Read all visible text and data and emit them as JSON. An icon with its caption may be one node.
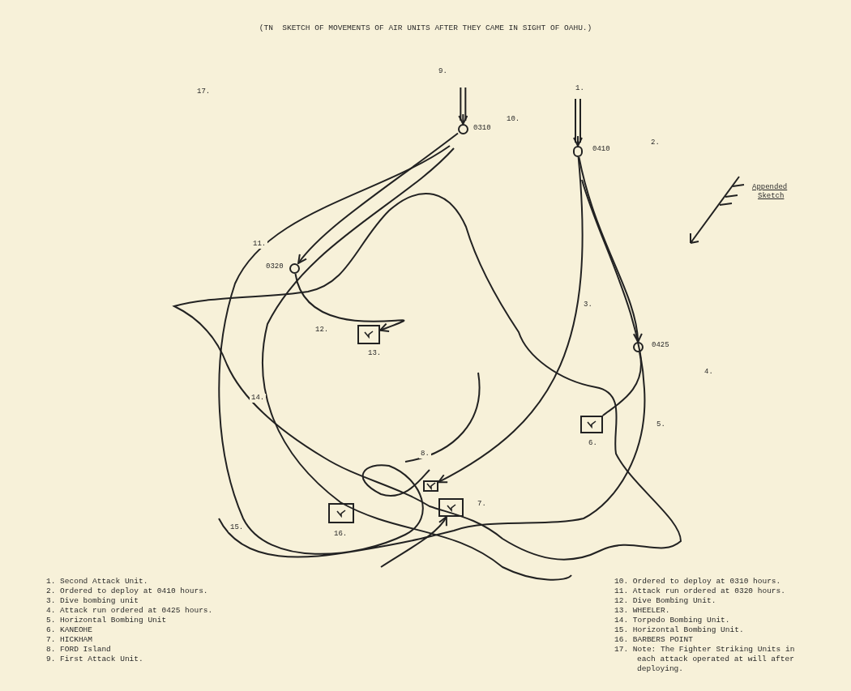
{
  "diagram": {
    "title": "(TN  SKETCH OF MOVEMENTS OF AIR UNITS AFTER THEY CAME IN SIGHT OF OAHU.)",
    "nodes": [
      {
        "text": [],
        "shape": "circle",
        "beside": [
          "0310"
        ]
      },
      {
        "text": [],
        "shape": "circle",
        "beside": [
          "0410"
        ]
      },
      {
        "text": [],
        "shape": "circle",
        "beside": [
          "0320"
        ]
      },
      {
        "text": [],
        "shape": "box",
        "beside": [
          "13."
        ]
      },
      {
        "text": [],
        "shape": "circle",
        "beside": [
          "0425"
        ]
      },
      {
        "text": [],
        "shape": "box",
        "beside": [
          "6."
        ]
      },
      {
        "text": [],
        "shape": "box"
      },
      {
        "text": [],
        "shape": "box"
      },
      {
        "text": [],
        "shape": "box",
        "beside": [
          "16."
        ]
      },
      {
        "text": [
          "9."
        ]
      },
      {
        "text": [
          "1."
        ]
      }
    ],
    "edges": [
      {
        "from": 9,
        "to": 0,
        "arrow": "to"
      },
      {
        "from": 10,
        "to": 1,
        "arrow": "to"
      },
      {
        "from": 1,
        "to": 4,
        "arrow": "to"
      },
      {
        "from": 1,
        "to": 6,
        "arrow": "to"
      },
      {
        "from": 0,
        "to": 2,
        "arrow": "to"
      },
      {
        "from": 2,
        "to": 3,
        "arrow": "to"
      },
      {
        "from": 4,
        "to": 5,
        "arrow": "none"
      },
      {
        "from": null,
        "to": 7,
        "arrow": "to"
      }
    ],
    "labels": [
      "17.",
      "10.",
      "2.",
      "Appended",
      "Sketch",
      "11.",
      "3.",
      "12.",
      "4.",
      "14.",
      "5.",
      "8.",
      "7.",
      "15.",
      "1. Second Attack Unit.",
      "2. Ordered to deploy at 0410 hours.",
      "3. Dive bombing unit",
      "4. Attack run ordered at 0425 hours.",
      "5. Horizontal Bombing Unit",
      "6. KANEOHE",
      "7. HICKHAM",
      "8. FORD Island",
      "9. First Attack Unit.",
      "10. Ordered to deploy at 0310 hours.",
      "11. Attack run ordered at 0320 hours.",
      "12. Dive Bombing Unit.",
      "13. WHEELER.",
      "14. Torpedo Bombing Unit.",
      "15. Horizontal Bombing Unit.",
      "16. BARBERS POINT",
      "17. Note: The Fighter Striking Units in each attack operated at will after deploying."
    ]
  }
}
